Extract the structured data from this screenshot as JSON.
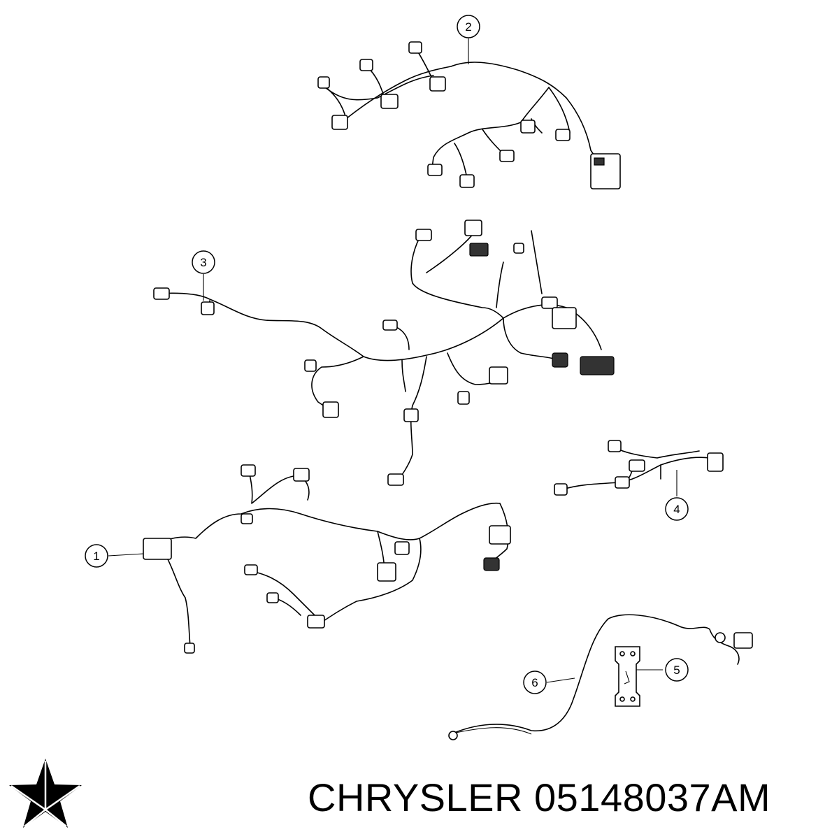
{
  "callouts": [
    {
      "id": "callout-1",
      "label": "1"
    },
    {
      "id": "callout-2",
      "label": "2"
    },
    {
      "id": "callout-3",
      "label": "3"
    },
    {
      "id": "callout-4",
      "label": "4"
    },
    {
      "id": "callout-5",
      "label": "5"
    },
    {
      "id": "callout-6",
      "label": "6"
    }
  ],
  "caption": {
    "brand": "CHRYSLER",
    "part_number": "05148037AM"
  },
  "logo": {
    "icon": "pentastar-icon",
    "color": "#000000"
  }
}
